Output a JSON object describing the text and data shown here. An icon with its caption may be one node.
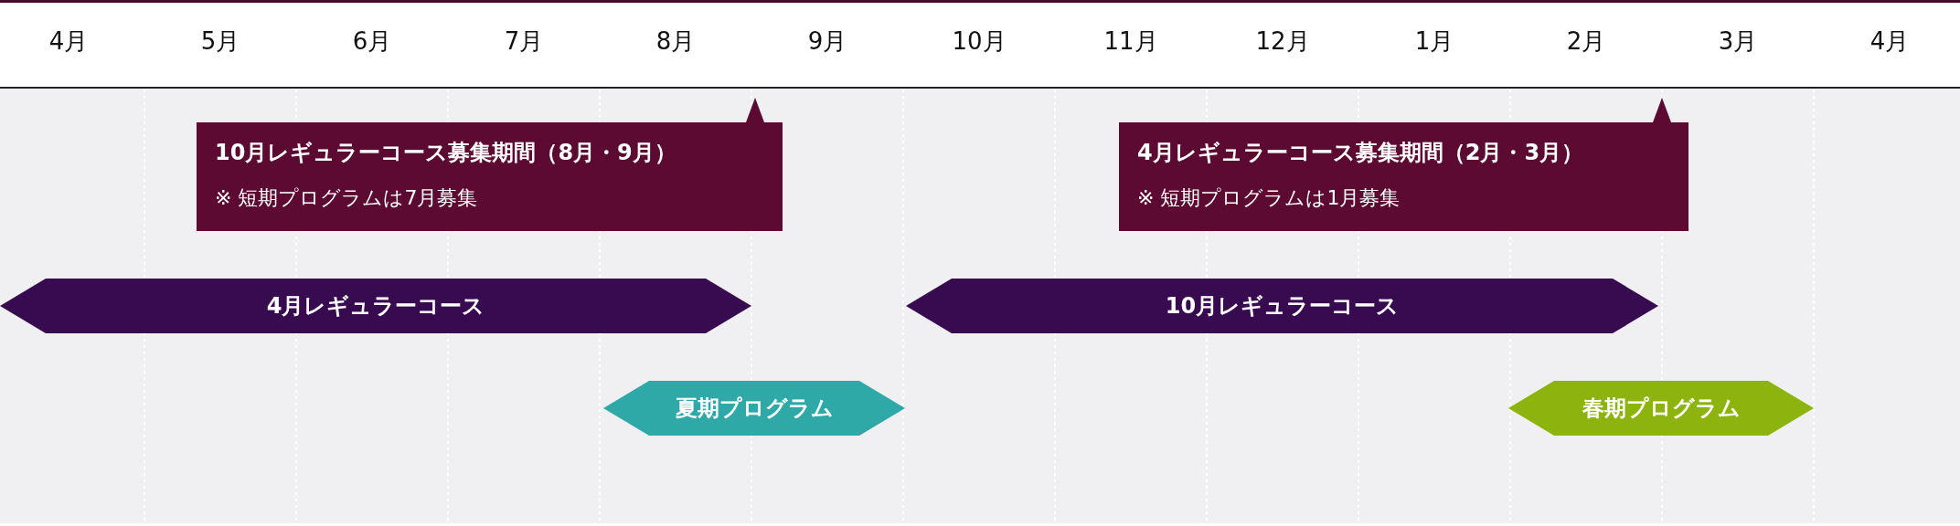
{
  "diagram": {
    "nodes": [
      {
        "text": [
          "10月レギュラーコース募集期間（8月・9月）",
          "※ 短期プログラムは7月募集"
        ]
      },
      {
        "text": [
          "4月レギュラーコース募集期間（2月・3月）",
          "※ 短期プログラムは1月募集"
        ]
      },
      {
        "text": [
          "4月レギュラーコース"
        ]
      },
      {
        "text": [
          "10月レギュラーコース"
        ]
      },
      {
        "text": [
          "夏期プログラム"
        ]
      },
      {
        "text": [
          "春期プログラム"
        ]
      }
    ],
    "labels": [
      "4月",
      "5月",
      "6月",
      "7月",
      "8月",
      "9月",
      "10月",
      "11月",
      "12月",
      "1月",
      "2月",
      "3月",
      "4月"
    ]
  }
}
